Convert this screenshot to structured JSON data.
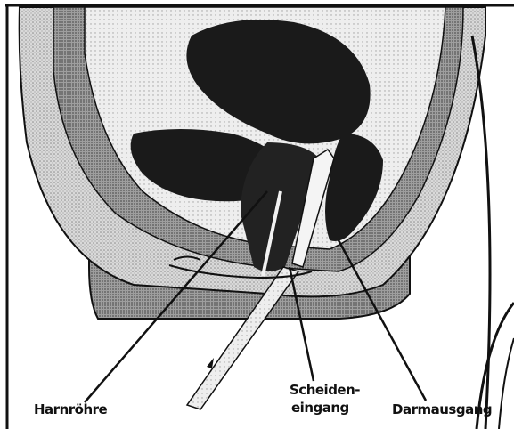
{
  "labels": {
    "urethra": "Harnröhre",
    "vaginal_entrance_line1": "Scheiden-",
    "vaginal_entrance_line2": "eingang",
    "anus": "Darmausgang"
  },
  "colors": {
    "ink": "#111111",
    "background": "#ffffff",
    "light_tissue": "#d9d9d9",
    "mid_tissue": "#a8a8a8",
    "dark_organ": "#1a1a1a",
    "skin_gray": "#bfbfbf"
  }
}
